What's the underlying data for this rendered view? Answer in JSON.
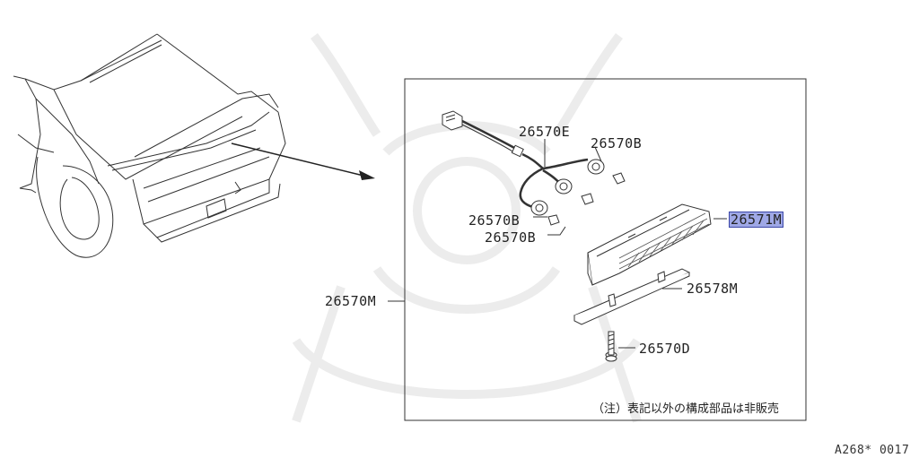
{
  "parts": {
    "p26570E": "26570E",
    "p26570B_top": "26570B",
    "p26570B_mid": "26570B",
    "p26570B_low": "26570B",
    "p26571M": "26571M",
    "p26578M": "26578M",
    "p26570M": "26570M",
    "p26570D": "26570D"
  },
  "note": "（注）表記以外の構成部品は非販売",
  "diagram_code": "A268* 0017",
  "colors": {
    "line": "#333333",
    "highlight": "#9fa8e6",
    "watermark": "#ededed"
  }
}
